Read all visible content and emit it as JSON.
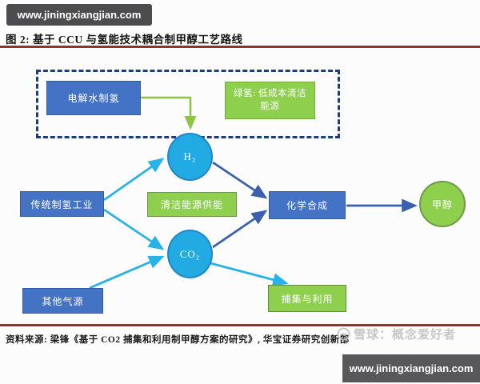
{
  "page": {
    "top_badge": "www.jiningxiangjian.com",
    "title": "图 2: 基于 CCU 与氢能技术耦合制甲醇工艺路线",
    "source": "资料来源: 梁锋《基于 CO2 捕集和利用制甲醇方案的研究》, 华宝证券研究创新部",
    "watermark": "雪球：概念爱好者",
    "bottom_badge": "www.jiningxiangjian.com"
  },
  "diagram": {
    "nodes": {
      "electrolysis": {
        "label": "电解水制氢",
        "type": "blue-box"
      },
      "green_h2_note": {
        "label": "绿氢: 低成本清洁能源",
        "type": "green-box"
      },
      "h2": {
        "label": "H₂",
        "type": "cyan-circle"
      },
      "co2": {
        "label": "CO₂",
        "type": "cyan-circle"
      },
      "traditional_h2_industry": {
        "label": "传统制氢工业",
        "type": "blue-box"
      },
      "clean_energy_supply": {
        "label": "清洁能源供能",
        "type": "green-box"
      },
      "chemical_synthesis": {
        "label": "化学合成",
        "type": "blue-box"
      },
      "methanol": {
        "label": "甲醇",
        "type": "green-circle"
      },
      "other_gas_sources": {
        "label": "其他气源",
        "type": "blue-box"
      },
      "capture_and_use": {
        "label": "捕集与利用",
        "type": "green-box"
      }
    },
    "edges": [
      {
        "from": "electrolysis",
        "to": "h2",
        "color": "green",
        "style": "elbow"
      },
      {
        "from": "traditional_h2_industry",
        "to": "h2",
        "color": "cyan"
      },
      {
        "from": "traditional_h2_industry",
        "to": "co2",
        "color": "cyan"
      },
      {
        "from": "other_gas_sources",
        "to": "co2",
        "color": "cyan"
      },
      {
        "from": "h2",
        "to": "chemical_synthesis",
        "color": "blue"
      },
      {
        "from": "co2",
        "to": "chemical_synthesis",
        "color": "blue"
      },
      {
        "from": "co2",
        "to": "capture_and_use",
        "color": "cyan"
      },
      {
        "from": "chemical_synthesis",
        "to": "methanol",
        "color": "blue"
      }
    ],
    "colors": {
      "blue_box": "#4472c4",
      "cyan_node": "#22aae2",
      "green_node": "#8ecf4d",
      "dashed_border": "#1e3e7b",
      "cyan_arrow": "#29b2e8",
      "blue_arrow": "#3a5fad",
      "green_arrow": "#8cc63f",
      "red_rule": "#9c2f28",
      "badge_bg": "#4c4c4e"
    }
  }
}
